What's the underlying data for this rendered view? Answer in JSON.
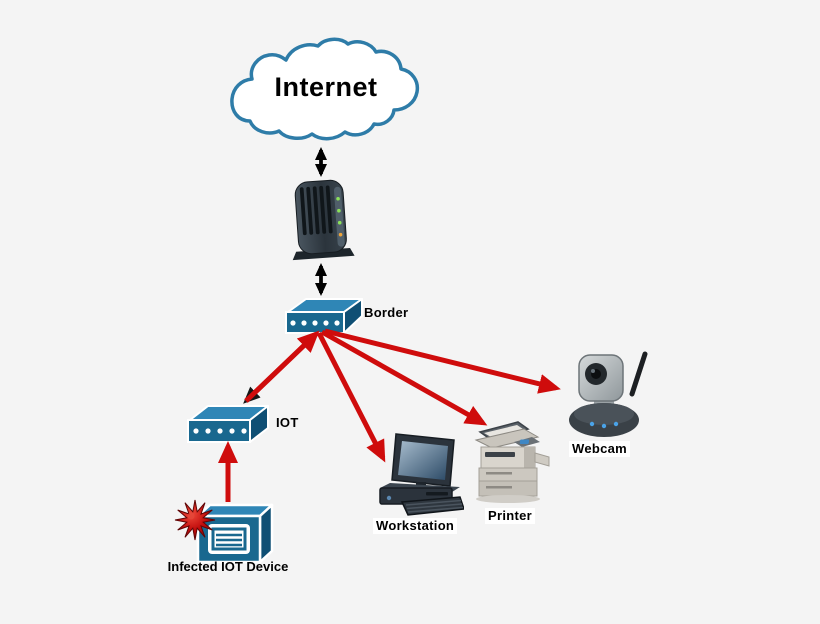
{
  "diagram": {
    "type": "network-attack-diagram",
    "background": "#f4f4f4"
  },
  "nodes": {
    "internet": {
      "label": "Internet",
      "type": "cloud"
    },
    "modem": {
      "label": "",
      "type": "router-modem"
    },
    "border_switch": {
      "label": "Border",
      "type": "switch"
    },
    "iot_switch": {
      "label": "IOT",
      "type": "switch"
    },
    "infected_device": {
      "label": "Infected IOT Device",
      "type": "iot-device-infected"
    },
    "workstation": {
      "label": "Workstation",
      "type": "desktop-computer"
    },
    "printer": {
      "label": "Printer",
      "type": "multifunction-printer"
    },
    "webcam": {
      "label": "Webcam",
      "type": "ip-camera"
    }
  },
  "connections": [
    {
      "from": "internet",
      "to": "modem",
      "style": "black-double-arrow"
    },
    {
      "from": "modem",
      "to": "border_switch",
      "style": "black-double-arrow"
    },
    {
      "from": "border_switch",
      "to": "iot_switch",
      "style": "red-attack-bidirectional"
    },
    {
      "from": "border_switch",
      "to": "workstation",
      "style": "red-attack"
    },
    {
      "from": "border_switch",
      "to": "printer",
      "style": "red-attack"
    },
    {
      "from": "border_switch",
      "to": "webcam",
      "style": "red-attack"
    },
    {
      "from": "infected_device",
      "to": "iot_switch",
      "style": "red-attack"
    }
  ],
  "colors": {
    "attack_arrow": "#cf0c0c",
    "link_arrow": "#111111",
    "switch_front": "#19688f",
    "switch_top": "#2f86b6",
    "cloud_outline": "#2e7ca8",
    "infection_star": "#c00c0c",
    "background": "#f4f4f4"
  }
}
